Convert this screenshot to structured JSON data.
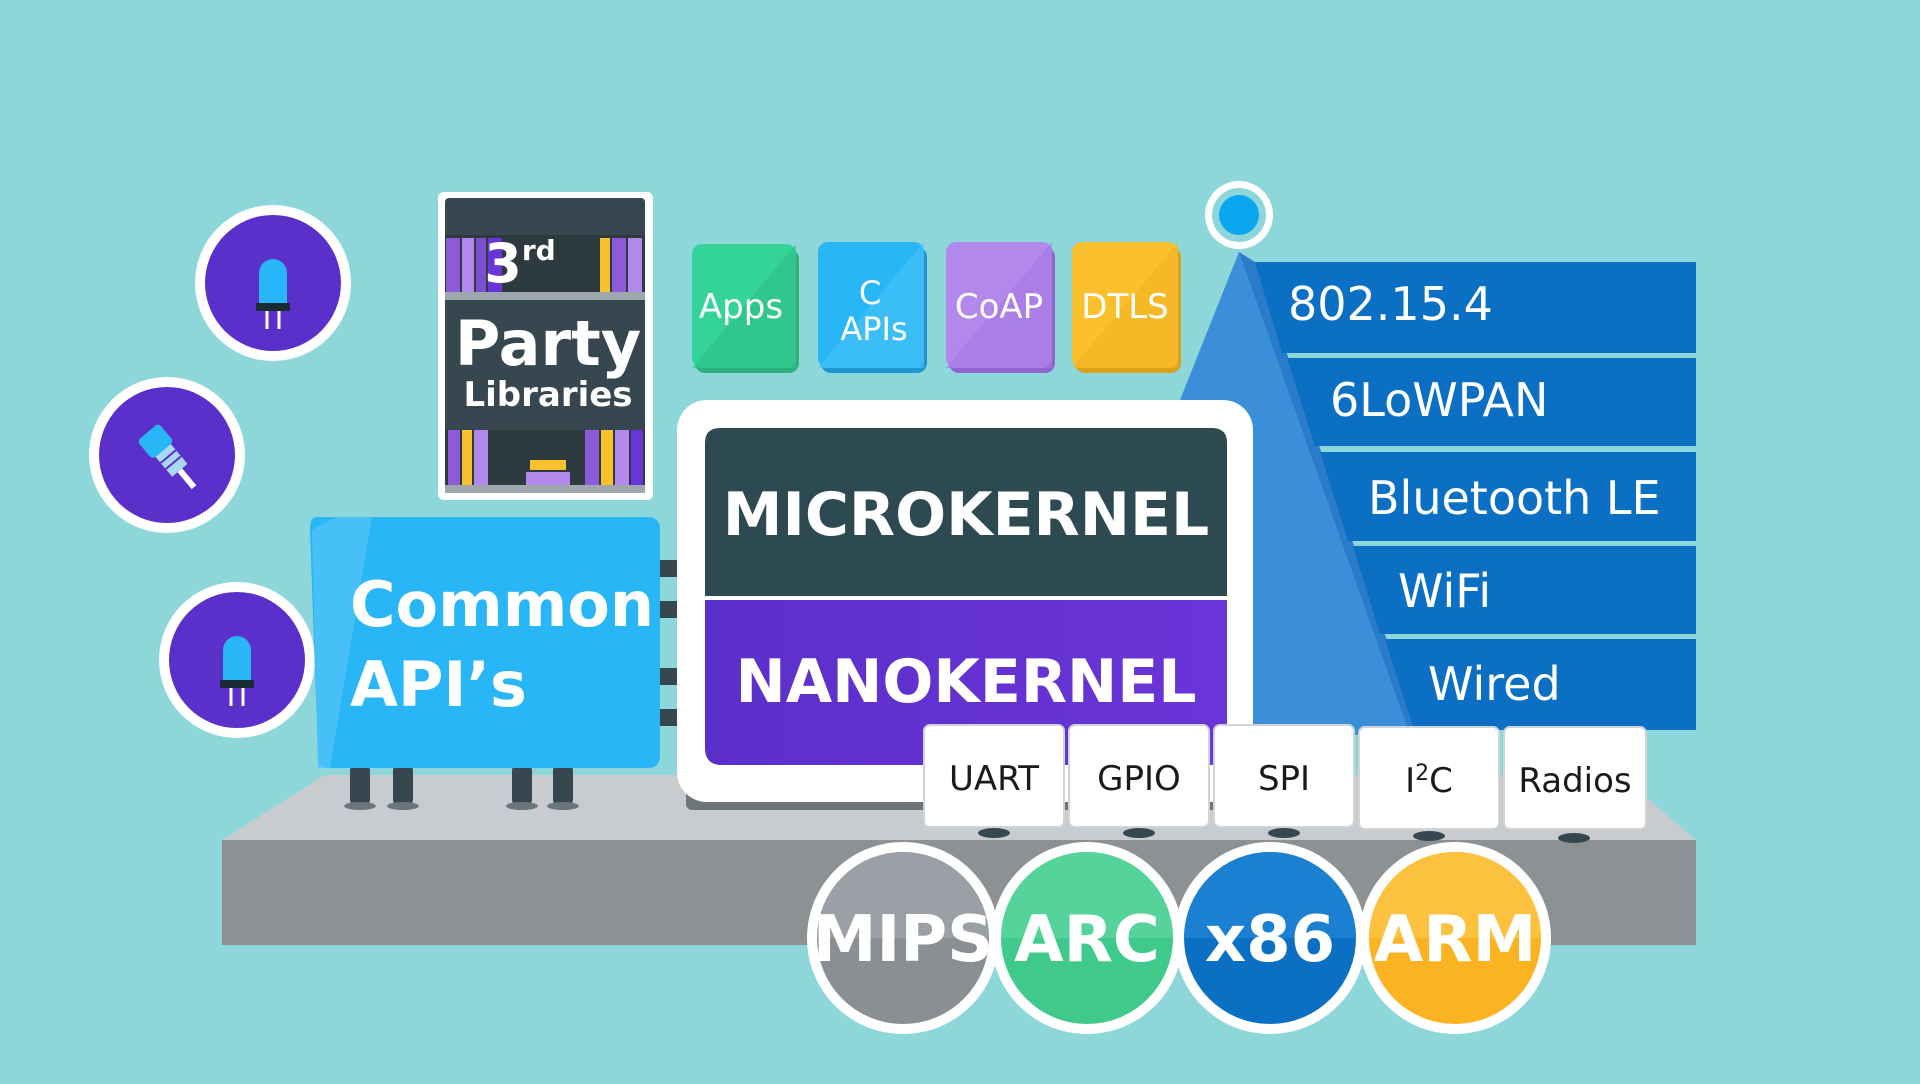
{
  "colors": {
    "background": "#8dd7da",
    "microkernel": "#2d4a52",
    "nanokernel": "#5b2fc9",
    "common_api": "#29b6f6",
    "stack": "#0b6fc4",
    "apps": "#34d399",
    "c_apis": "#29b6f6",
    "coap": "#b388eb",
    "dtls": "#fbc02d",
    "mips": "#8a8f94",
    "arc": "#3fc98a",
    "x86": "#0b6fc4",
    "arm": "#fbb321"
  },
  "devices": [
    {
      "icon": "led-icon"
    },
    {
      "icon": "connector-icon"
    },
    {
      "icon": "led-icon"
    }
  ],
  "third_party": {
    "sup_main": "3",
    "sup_suffix": "rd",
    "line1": "Party",
    "line2": "Libraries"
  },
  "tiles": {
    "apps": "Apps",
    "c_apis_line1": "C",
    "c_apis_line2": "APIs",
    "coap": "CoAP",
    "dtls": "DTLS"
  },
  "common_api": {
    "line1": "Common",
    "line2": "API’s"
  },
  "kernel": {
    "micro": "MICROKERNEL",
    "nano": "NANOKERNEL"
  },
  "protocols": [
    "802.15.4",
    "6LoWPAN",
    "Bluetooth LE",
    "WiFi",
    "Wired"
  ],
  "peripherals": {
    "uart": "UART",
    "gpio": "GPIO",
    "spi": "SPI",
    "i2c_main": "I",
    "i2c_sup": "2",
    "i2c_end": "C",
    "radios": "Radios"
  },
  "architectures": [
    "MIPS",
    "ARC",
    "x86",
    "ARM"
  ]
}
